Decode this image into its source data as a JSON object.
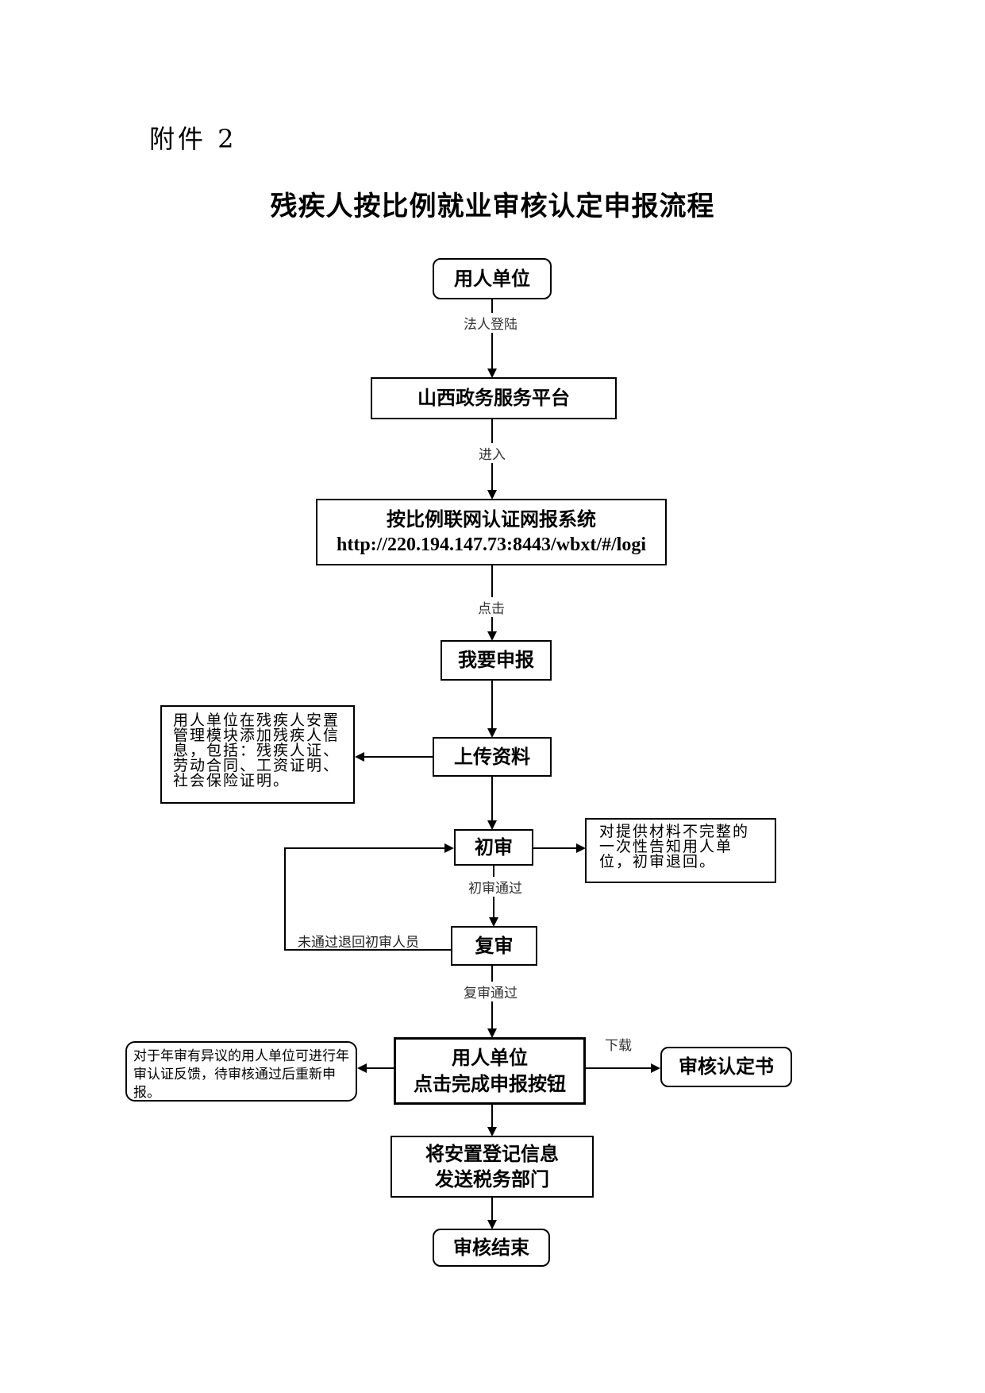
{
  "document": {
    "annex_label": "附件 2",
    "title": "残疾人按比例就业审核认定申报流程"
  },
  "flow": {
    "start": "用人单位",
    "platform": "山西政务服务平台",
    "system_name": "按比例联网认证网报系统",
    "system_url": "http://220.194.147.73:8443/wbxt/#/logi",
    "apply": "我要申报",
    "upload": "上传资料",
    "first_review": "初审",
    "second_review": "复审",
    "complete_line1": "用人单位",
    "complete_line2": "点击完成申报按钮",
    "send_line1": "将安置登记信息",
    "send_line2": "发送税务部门",
    "end": "审核结束",
    "certificate": "审核认定书"
  },
  "edge_labels": {
    "login": "法人登陆",
    "enter": "进入",
    "click": "点击",
    "first_pass": "初审通过",
    "fail_return": "未通过退回初审人员",
    "second_pass": "复审通过",
    "download": "下载"
  },
  "notes": {
    "upload_note": "用人单位在残疾人安置管理模块添加残疾人信息，包括：残疾人证、劳动合同、工资证明、社会保险证明。",
    "reject_note": "对提供材料不完整的一次性告知用人单位，初审退回。",
    "objection_note": "对于年审有异议的用人单位可进行年审认证反馈，待审核通过后重新申报。"
  }
}
